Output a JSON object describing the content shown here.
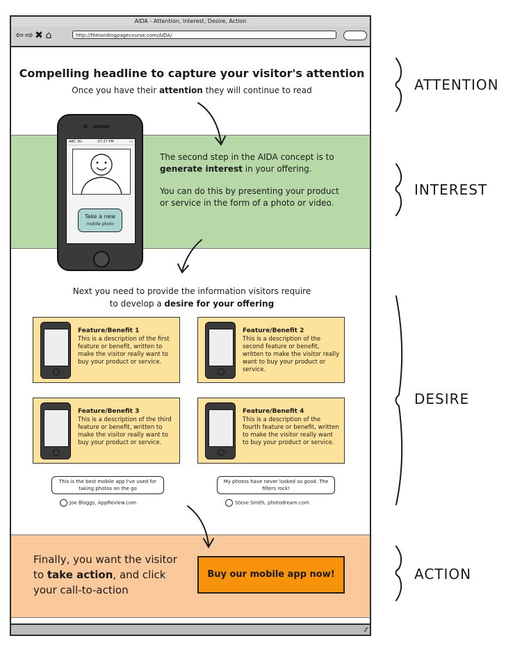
{
  "browser": {
    "title": "AIDA - Attention, Interest, Desire, Action",
    "url": "http://thelandingpagecourse.com/AIDA/",
    "nav_icons": [
      "back-arrow-icon",
      "forward-arrow-icon",
      "close-icon",
      "home-icon"
    ]
  },
  "attention": {
    "headline": "Compelling headline to capture your visitor's attention",
    "sub_before": "Once you have their ",
    "sub_bold": "attention",
    "sub_after": " they will continue to read"
  },
  "phone": {
    "status_left": "ABC 3G",
    "status_time": "07:27 PM",
    "button_line1": "Take a new",
    "button_line2": "mobile photo"
  },
  "interest": {
    "p1_before": "The second step in the AIDA concept is to ",
    "p1_bold": "generate interest",
    "p1_after": " in your offering.",
    "p2": "You can do this by presenting your product or service in the form of a photo or video."
  },
  "desire": {
    "intro_line1": "Next you need to provide the information visitors require",
    "intro_line2_before": "to develop a ",
    "intro_line2_bold": "desire for your offering",
    "features": [
      {
        "title": "Feature/Benefit 1",
        "text": "This is a description of the first feature or benefit, written to make the visitor really want to buy your product or service."
      },
      {
        "title": "Feature/Benefit 2",
        "text": "This is a description of the second feature or benefit, written to make the visitor really want to buy your product or service."
      },
      {
        "title": "Feature/Benefit 3",
        "text": "This is a description of the third feature or benefit, written to make the visitor really want to buy your product or service."
      },
      {
        "title": "Feature/Benefit 4",
        "text": "This is a description of the fourth feature or benefit, written to make the visitor really want to buy your product or service."
      }
    ],
    "testimonials": [
      {
        "quote": "This is the best mobile app I've used for taking photos on the go",
        "author": "Joe Bloggs, AppReview.com"
      },
      {
        "quote": "My photos have never looked so good. The filters rock!",
        "author": "Steve Smith, photodream.com"
      }
    ]
  },
  "action": {
    "line1": "Finally, you want the visitor",
    "line2_before": "to ",
    "line2_bold": "take action",
    "line2_after": ", and click",
    "line3": "your call-to-action",
    "cta_label": "Buy our mobile app now!"
  },
  "stage_labels": {
    "attention": "ATTENTION",
    "interest": "INTEREST",
    "desire": "DESIRE",
    "action": "ACTION"
  },
  "colors": {
    "interest_band": "#b7d9a8",
    "feature_card": "#fce29a",
    "action_band": "#f9c89b",
    "cta_button": "#f7920a",
    "phone_button": "#a9d4d1"
  }
}
